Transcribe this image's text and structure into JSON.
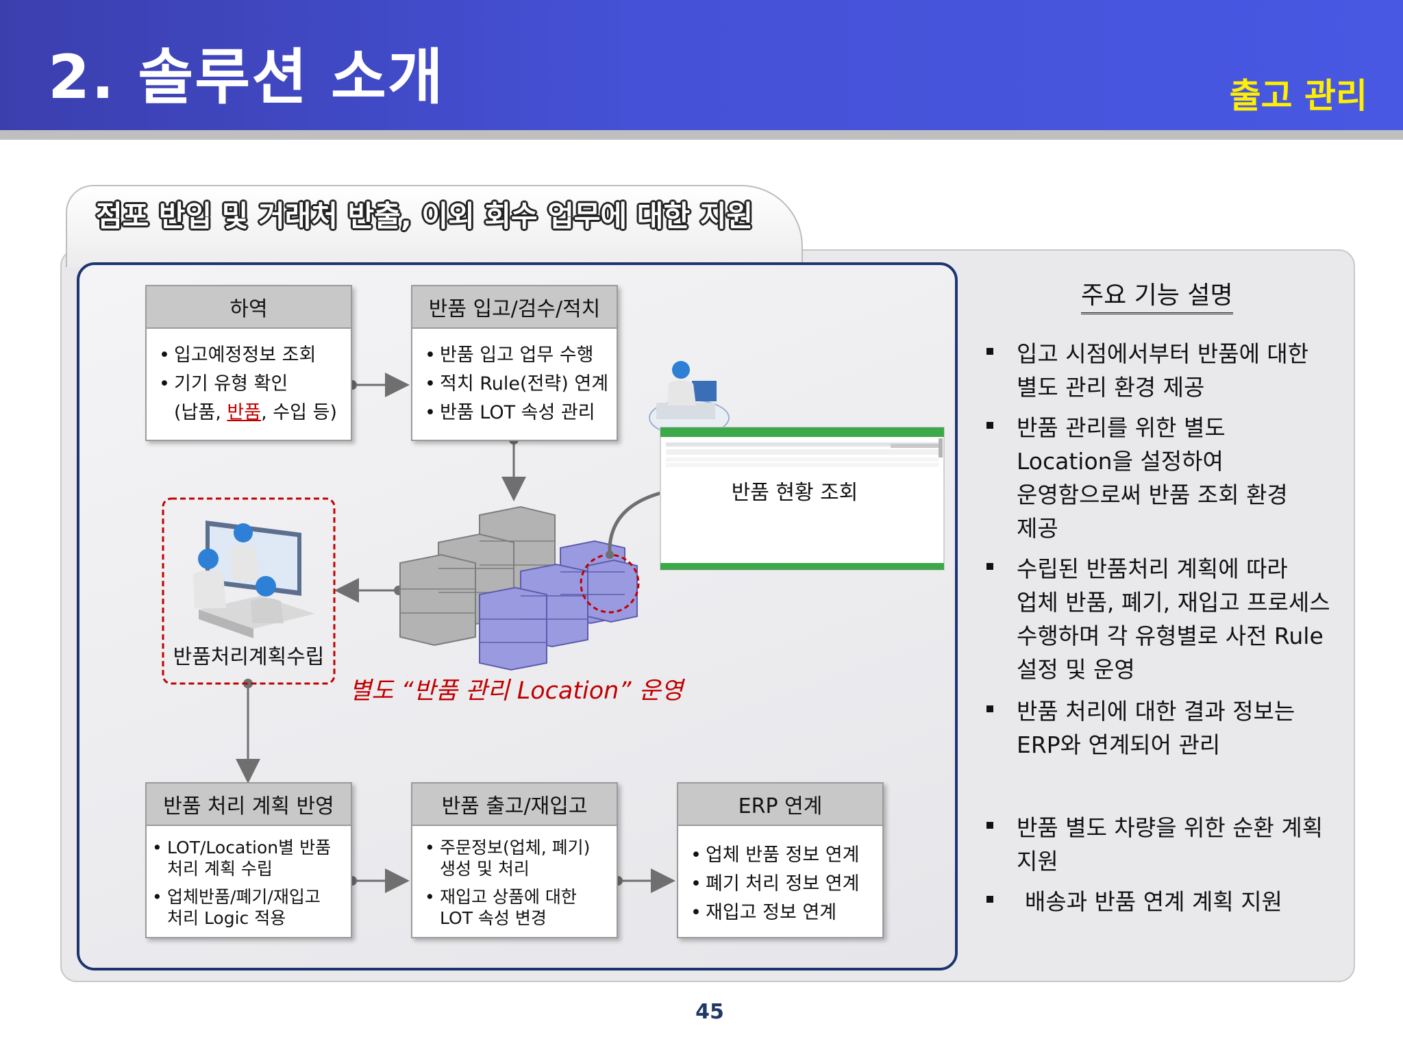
{
  "header": {
    "title": "2. 솔루션 소개",
    "section": "출고 관리"
  },
  "banner": {
    "text": "점포 반입 및 거래처 반출, 이외 회수 업무에 대한 지원"
  },
  "diagram": {
    "boxes": {
      "unloading": {
        "title": "하역",
        "items": [
          "입고예정정보 조회",
          "기기 유형 확인"
        ],
        "note_prefix": "(납품, ",
        "note_highlight": "반품",
        "note_suffix": ", 수입 등)"
      },
      "return_receiving": {
        "title": "반품 입고/검수/적치",
        "items": [
          "반품 입고 업무 수행",
          "적치 Rule(전략) 연계",
          "반품 LOT 속성 관리"
        ]
      },
      "plan_apply": {
        "title": "반품 처리 계획 반영",
        "items": [
          "LOT/Location별 반품",
          "처리 계획 수립",
          "업체반품/폐기/재입고",
          "처리 Logic 적용"
        ]
      },
      "return_out": {
        "title": "반품 출고/재입고",
        "items": [
          "주문정보(업체, 폐기)",
          "생성 및 처리",
          "재입고 상품에 대한",
          "LOT 속성 변경"
        ]
      },
      "erp": {
        "title": "ERP 연계",
        "items": [
          "업체 반품 정보 연계",
          "폐기 처리 정보 연계",
          "재입고 정보 연계"
        ]
      }
    },
    "plan_label": "반품처리계획수립",
    "location_label": "별도 “반품 관리 Location” 운영",
    "screen_label": "반품 현황 조회"
  },
  "features": {
    "title": "주요 기능 설명",
    "items": [
      {
        "lines": [
          "입고 시점에서부터 반품에 대한",
          "별도 관리 환경 제공"
        ]
      },
      {
        "lines": [
          "반품 관리를 위한 별도",
          "Location을 설정하여",
          "운영함으로써 반품 조회 환경",
          "제공"
        ]
      },
      {
        "lines": [
          "수립된 반품처리 계획에 따라",
          "업체 반품, 폐기, 재입고 프로세스",
          "수행하며 각 유형별로 사전 Rule",
          "설정 및 운영"
        ]
      },
      {
        "lines": [
          "반품 처리에 대한 결과 정보는",
          "ERP와 연계되어 관리"
        ]
      },
      {
        "lines": [
          "반품 별도 차량을 위한 순환 계획",
          "지원"
        ]
      },
      {
        "lines": [
          "배송과 반품 연계 계획 지원"
        ]
      }
    ]
  },
  "page_number": "45",
  "colors": {
    "header_blue": "#4551d6",
    "section_yellow": "#ffef00",
    "frame_navy": "#1c3570",
    "highlight_red": "#c00000",
    "rack_purple": "#8f8fd6",
    "rack_gray": "#a9a9a9",
    "screen_green": "#3da84a"
  }
}
